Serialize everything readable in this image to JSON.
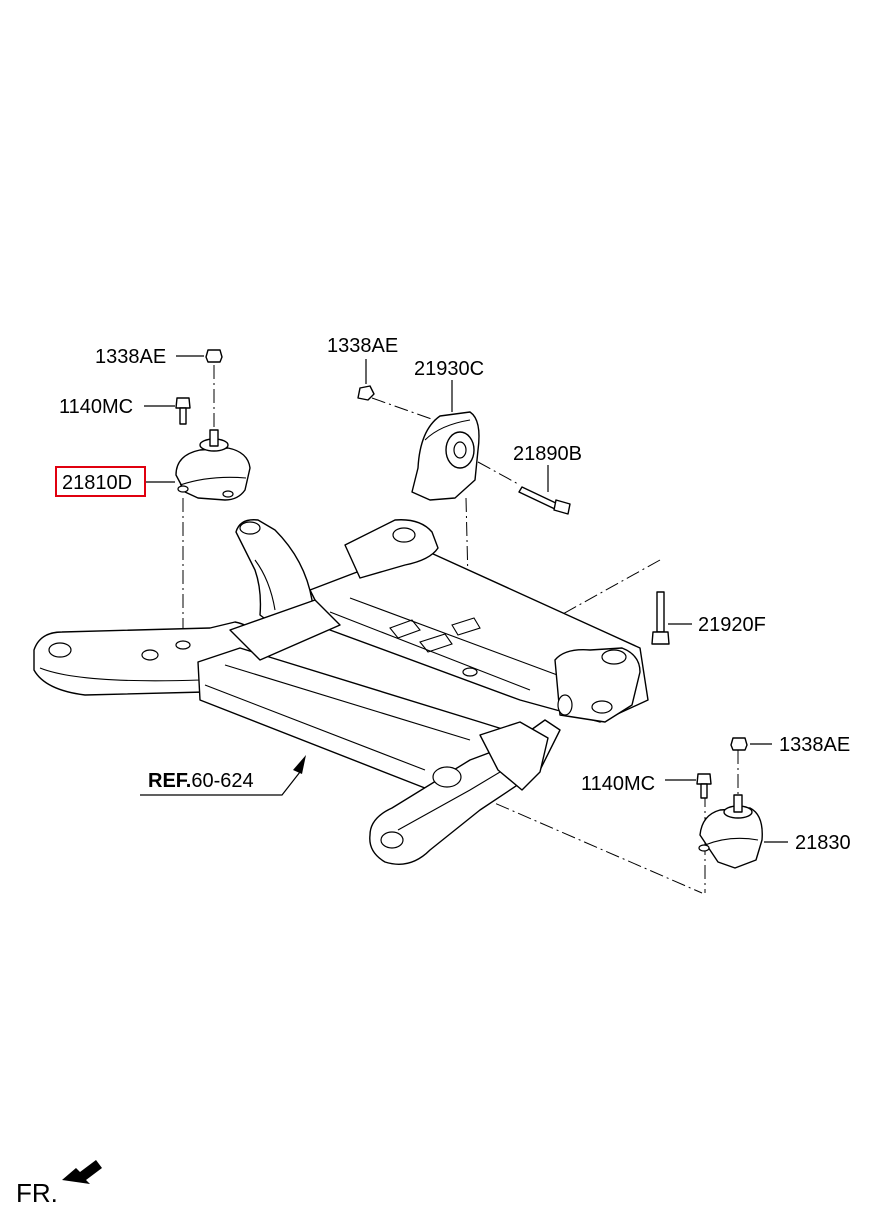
{
  "diagram": {
    "labels": {
      "nut_top_left": "1338AE",
      "bolt_left": "1140MC",
      "mount_left": "21810D",
      "nut_top_center": "1338AE",
      "mount_rear": "21930C",
      "bolt_rear": "21890B",
      "bolt_long": "21920F",
      "nut_right": "1338AE",
      "bolt_right": "1140MC",
      "mount_right": "21830",
      "ref_bold": "REF.",
      "ref_number": "60-624",
      "front_indicator": "FR."
    },
    "highlight_color": "#e0000f",
    "highlighted_part": "21810D"
  }
}
